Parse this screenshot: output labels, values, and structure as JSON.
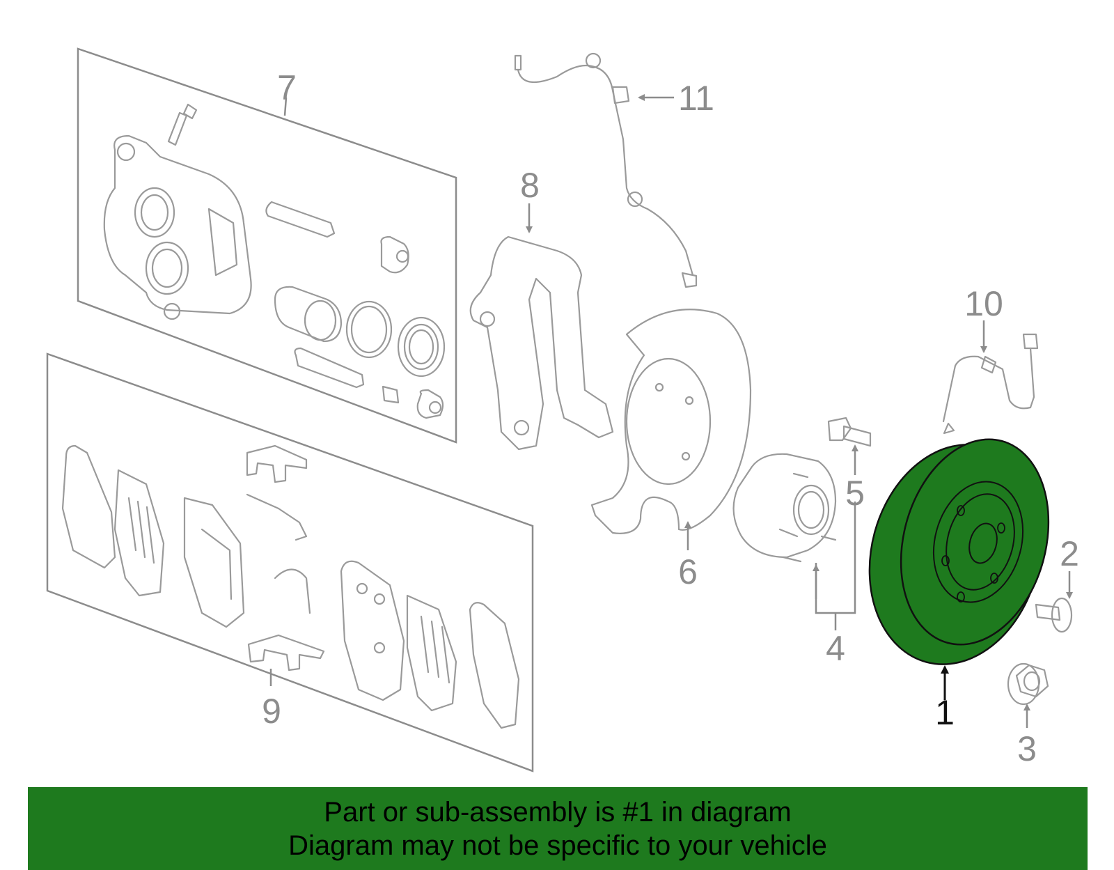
{
  "colors": {
    "highlight": "#1e7a1e",
    "banner": "#1e7a1e",
    "line": "#9a9a9a",
    "background": "#ffffff"
  },
  "callouts": {
    "c1": "1",
    "c2": "2",
    "c3": "3",
    "c4": "4",
    "c5": "5",
    "c6": "6",
    "c7": "7",
    "c8": "8",
    "c9": "9",
    "c10": "10",
    "c11": "11"
  },
  "highlighted_part": "1",
  "banner": {
    "line1": "Part or sub-assembly is #1 in diagram",
    "line2": "Diagram may not be specific to your vehicle"
  }
}
